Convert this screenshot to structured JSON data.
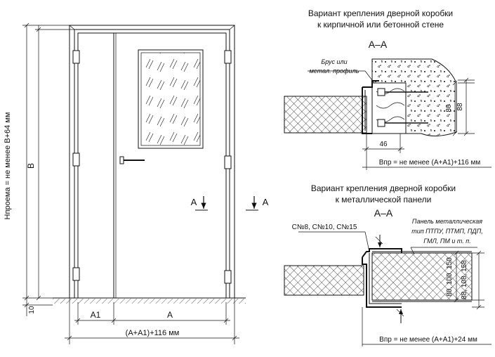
{
  "door": {
    "left_dimension_label": "Hпроема = не менее В+64 мм",
    "height_label": "В",
    "floor_gap_label": "10",
    "leaf_small_label": "A1",
    "leaf_main_label": "A",
    "total_width_label": "(A+A1)+116 мм",
    "section_marker_left": "A",
    "section_marker_right": "A"
  },
  "brick": {
    "title_line1": "Вариант крепления дверной коробки",
    "title_line2": "к кирпичной или бетонной стене",
    "section_label": "A–A",
    "callout_line1": "Брус или",
    "callout_line2": "метал. профиль",
    "dim_80": "80",
    "dim_88": "88",
    "dim_46": "46",
    "opening_label": "Впр = не менее (A+A1)+116 мм"
  },
  "panel": {
    "title_line1": "Вариант крепления дверной коробки",
    "title_line2": "к металлической панели",
    "section_label": "A–A",
    "channel_label": "С№8, С№10, С№15",
    "callout_line1": "Панель металлическая",
    "callout_line2": "тип ПТПУ, ПТМП, ПДП,",
    "callout_line3": "ГМЛ, ПМ и т. п.",
    "dim_inner": "80, 100, 150",
    "dim_outer": "88, 108, 158",
    "opening_label": "Впр = не менее (A+A1)+24 мм"
  }
}
